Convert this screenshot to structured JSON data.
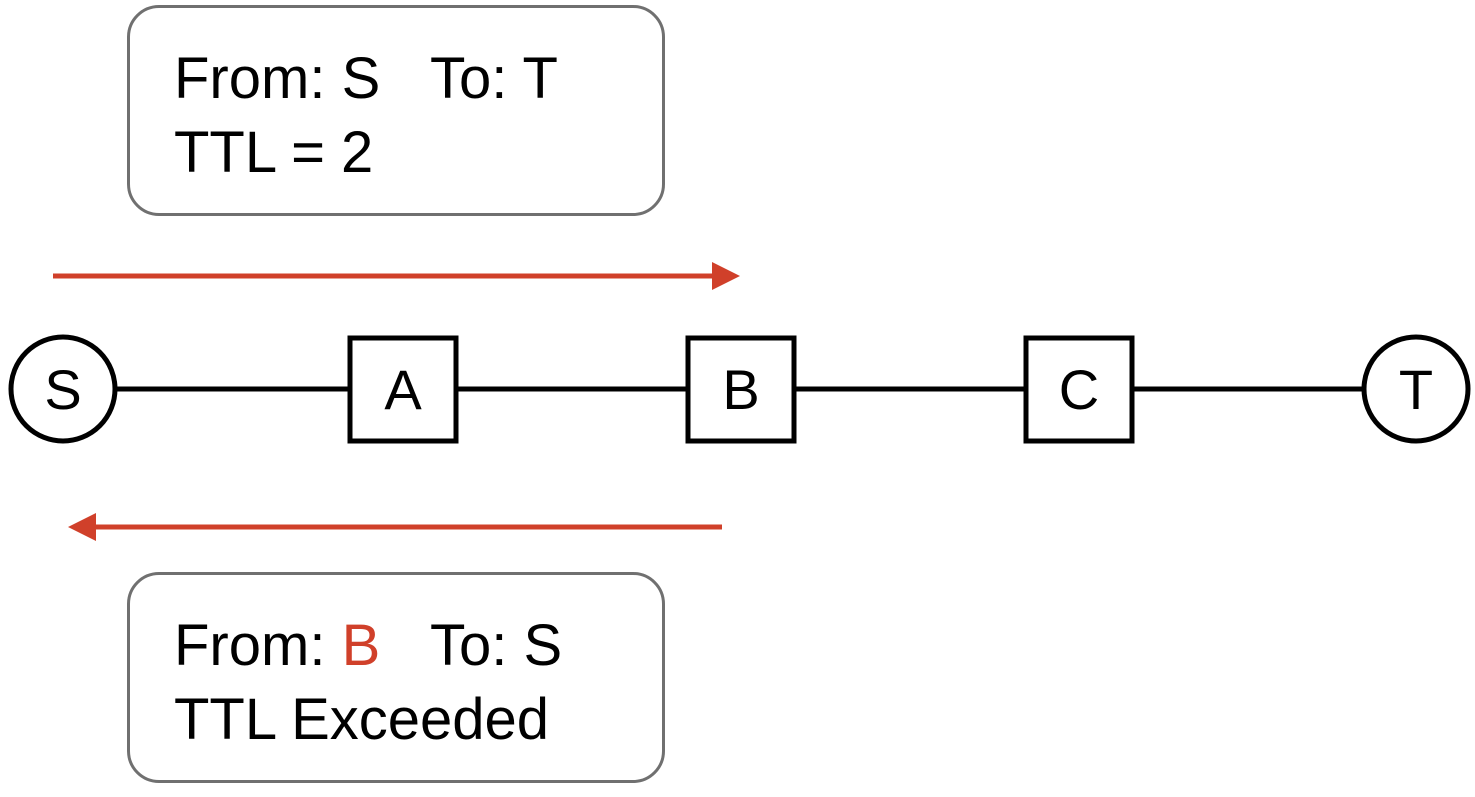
{
  "request_packet": {
    "from_label": "From:",
    "from_value": "S",
    "to_label": "To:",
    "to_value": "T",
    "ttl_text": "TTL = 2"
  },
  "response_packet": {
    "from_label": "From:",
    "from_value": "B",
    "to_label": "To:",
    "to_value": "S",
    "status_text": "TTL Exceeded"
  },
  "nodes": {
    "source": "S",
    "router_a": "A",
    "router_b": "B",
    "router_c": "C",
    "target": "T"
  },
  "colors": {
    "arrow": "#d0402a",
    "highlight": "#d0402a",
    "box_border": "#707070",
    "line": "#000000"
  }
}
